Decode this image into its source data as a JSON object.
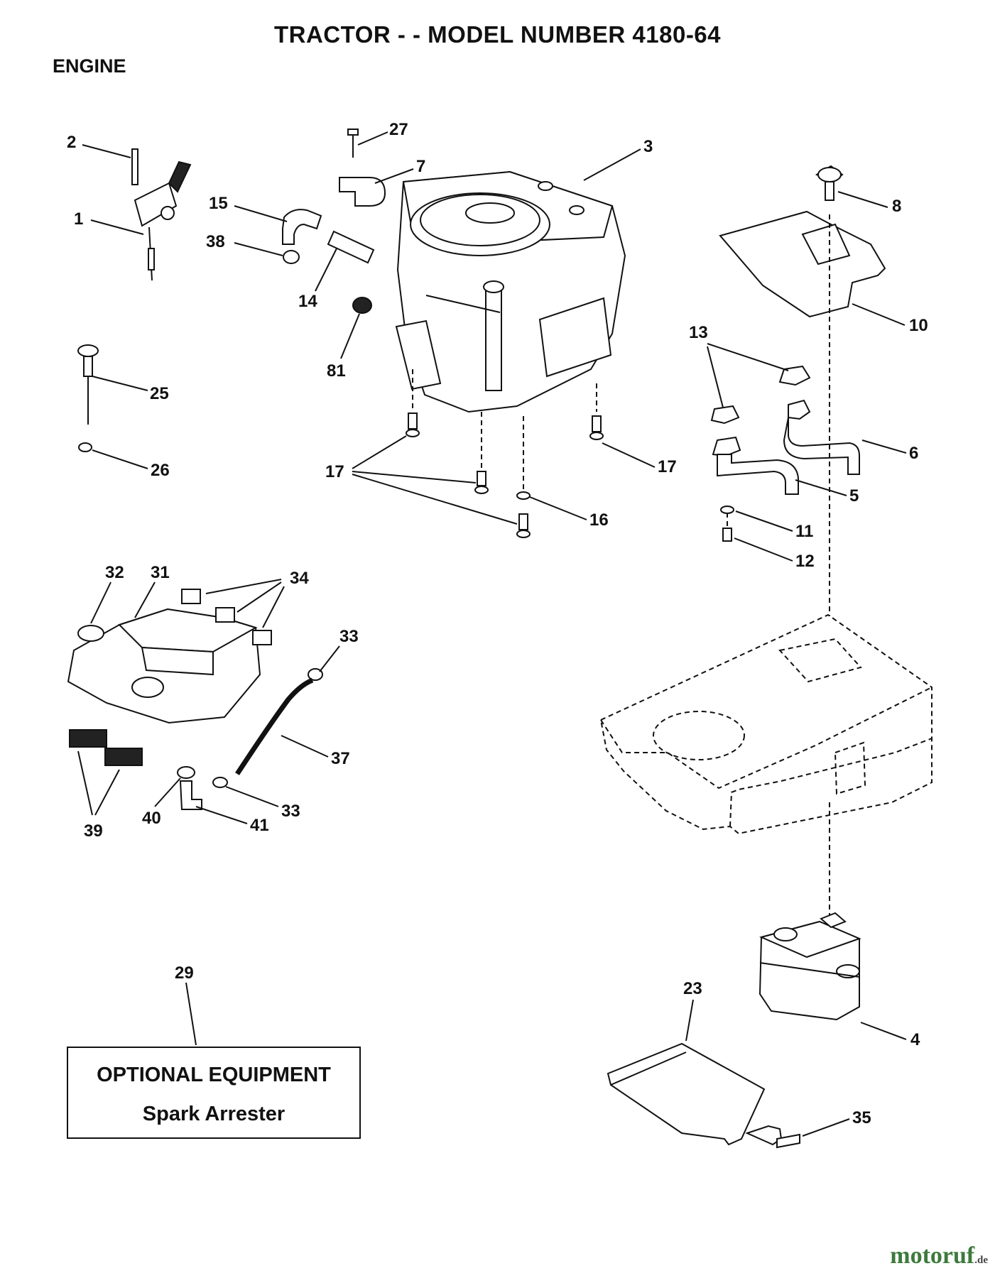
{
  "header": {
    "title": "TRACTOR - - MODEL NUMBER 4180-64",
    "section": "ENGINE"
  },
  "callouts": {
    "c1": "1",
    "c2": "2",
    "c3": "3",
    "c4": "4",
    "c5": "5",
    "c6": "6",
    "c7": "7",
    "c8": "8",
    "c10": "10",
    "c11": "11",
    "c12": "12",
    "c13": "13",
    "c14": "14",
    "c15": "15",
    "c16": "16",
    "c17a": "17",
    "c17b": "17",
    "c23": "23",
    "c25": "25",
    "c26": "26",
    "c27": "27",
    "c29": "29",
    "c31": "31",
    "c32": "32",
    "c33a": "33",
    "c33b": "33",
    "c34": "34",
    "c35": "35",
    "c37": "37",
    "c38": "38",
    "c39": "39",
    "c40": "40",
    "c41": "41",
    "c81": "81"
  },
  "optional": {
    "title": "OPTIONAL EQUIPMENT",
    "item": "Spark Arrester"
  },
  "watermark": {
    "brand": "motoruf",
    "tld": ".de"
  }
}
